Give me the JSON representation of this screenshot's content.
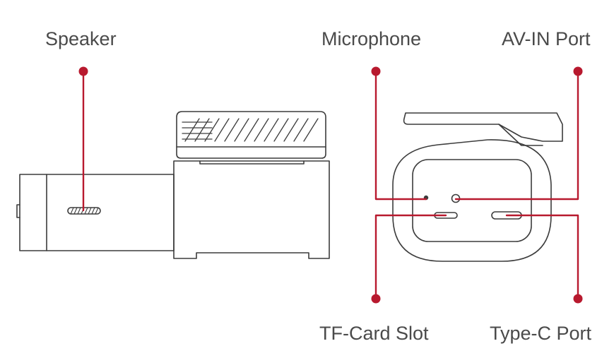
{
  "labels": {
    "speaker": "Speaker",
    "microphone": "Microphone",
    "av_in_port": "AV-IN Port",
    "tf_card_slot": "TF-Card Slot",
    "type_c_port": "Type-C Port"
  },
  "colors": {
    "callout": "#b8192e",
    "outline": "#3c3c3c",
    "text": "#4a4a4a",
    "background": "#ffffff"
  }
}
